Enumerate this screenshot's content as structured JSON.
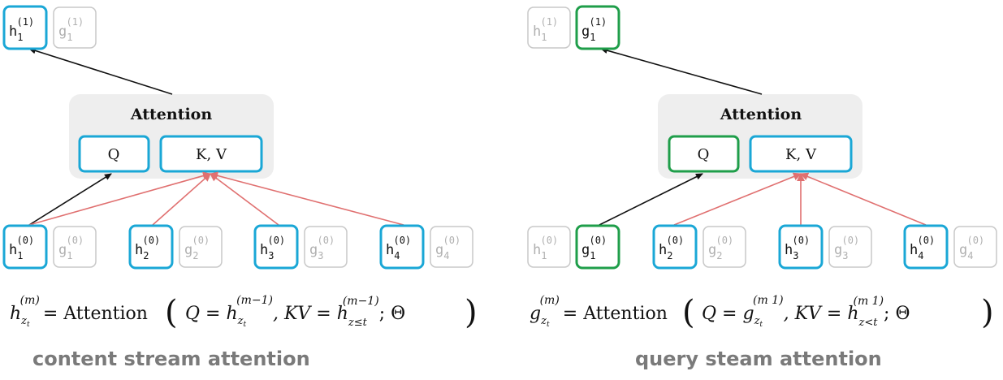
{
  "colors": {
    "blue": "#1aa7d6",
    "green": "#1f9e4a",
    "faded": "#b0b0b0",
    "black_arrow": "#111111",
    "red_arrow": "#e07070",
    "attention_bg": "#eeeeee",
    "caption": "#7a7a7a"
  },
  "panels": [
    {
      "top_nodes": [
        {
          "base": "h",
          "sub": "1",
          "sup": "(1)",
          "style": "blue"
        },
        {
          "base": "g",
          "sub": "1",
          "sup": "(1)",
          "style": "faded"
        }
      ],
      "attention": {
        "title": "Attention",
        "q_label": "Q",
        "kv_label": "K, V",
        "q_style": "blue"
      },
      "bottom_nodes": [
        {
          "base": "h",
          "sub": "1",
          "sup": "(0)",
          "style": "blue"
        },
        {
          "base": "g",
          "sub": "1",
          "sup": "(0)",
          "style": "faded"
        },
        {
          "base": "h",
          "sub": "2",
          "sup": "(0)",
          "style": "blue"
        },
        {
          "base": "g",
          "sub": "2",
          "sup": "(0)",
          "style": "faded"
        },
        {
          "base": "h",
          "sub": "3",
          "sup": "(0)",
          "style": "blue"
        },
        {
          "base": "g",
          "sub": "3",
          "sup": "(0)",
          "style": "faded"
        },
        {
          "base": "h",
          "sub": "4",
          "sup": "(0)",
          "style": "blue"
        },
        {
          "base": "g",
          "sub": "4",
          "sup": "(0)",
          "style": "faded"
        }
      ],
      "formula": {
        "lhs_var": "h",
        "lhs_sub": "z",
        "lhs_subsub": "t",
        "lhs_sup": "(m)",
        "eq_attention": "= Attention",
        "q_part": "Q = ",
        "q_var": "h",
        "q_sub": "z",
        "q_subsub": "t",
        "q_sup": "(m−1)",
        "kv_part": ", KV = ",
        "kv_var": "h",
        "kv_sub": "z≤t",
        "kv_sup": "(m−1)",
        "tail": "; Θ"
      },
      "caption": "content stream attention"
    },
    {
      "top_nodes": [
        {
          "base": "h",
          "sub": "1",
          "sup": "(1)",
          "style": "faded"
        },
        {
          "base": "g",
          "sub": "1",
          "sup": "(1)",
          "style": "green"
        }
      ],
      "attention": {
        "title": "Attention",
        "q_label": "Q",
        "kv_label": "K, V",
        "q_style": "green"
      },
      "bottom_nodes": [
        {
          "base": "h",
          "sub": "1",
          "sup": "(0)",
          "style": "faded"
        },
        {
          "base": "g",
          "sub": "1",
          "sup": "(0)",
          "style": "green"
        },
        {
          "base": "h",
          "sub": "2",
          "sup": "(0)",
          "style": "blue"
        },
        {
          "base": "g",
          "sub": "2",
          "sup": "(0)",
          "style": "faded"
        },
        {
          "base": "h",
          "sub": "3",
          "sup": "(0)",
          "style": "blue"
        },
        {
          "base": "g",
          "sub": "3",
          "sup": "(0)",
          "style": "faded"
        },
        {
          "base": "h",
          "sub": "4",
          "sup": "(0)",
          "style": "blue"
        },
        {
          "base": "g",
          "sub": "4",
          "sup": "(0)",
          "style": "faded"
        }
      ],
      "formula": {
        "lhs_var": "g",
        "lhs_sub": "z",
        "lhs_subsub": "t",
        "lhs_sup": "(m)",
        "eq_attention": "= Attention",
        "q_part": "Q = ",
        "q_var": "g",
        "q_sub": "z",
        "q_subsub": "t",
        "q_sup": "(m  1)",
        "kv_part": ", KV = ",
        "kv_var": "h",
        "kv_sub": "z<t",
        "kv_sup": "(m  1)",
        "tail": "; Θ"
      },
      "caption": "query steam attention"
    }
  ]
}
